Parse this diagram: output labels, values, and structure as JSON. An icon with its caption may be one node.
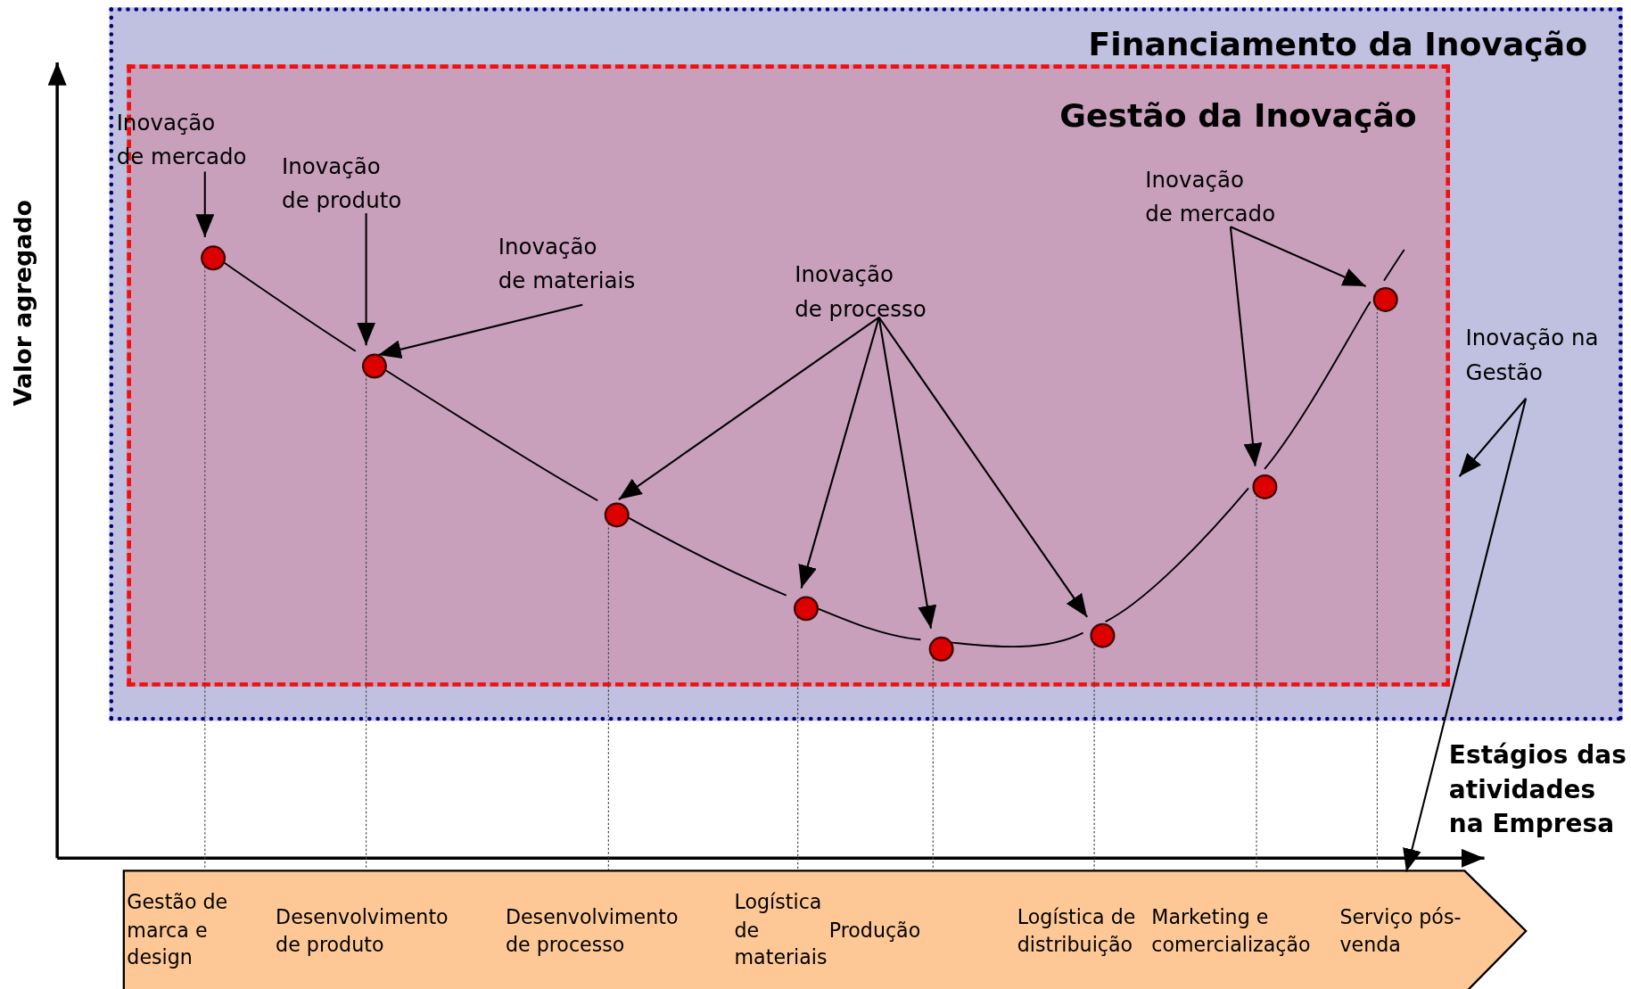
{
  "diagram": {
    "nodes": [
      {
        "text": [
          "Financiamento da Inovação"
        ]
      },
      {
        "text": [
          "Gestão da Inovação"
        ],
        "in": 0
      },
      {
        "text": [
          "Inovação de mercado"
        ],
        "in": 0
      },
      {
        "text": [
          "Inovação de produto"
        ],
        "in": 1
      },
      {
        "text": [
          "Inovação de materiais"
        ],
        "in": 1
      },
      {
        "text": [
          "Inovação de processo"
        ],
        "in": 1
      },
      {
        "text": [
          "Inovação de mercado"
        ],
        "in": 1
      },
      {
        "text": [
          "Inovação na Gestão"
        ],
        "in": 0
      },
      {
        "text": [],
        "shape": "circle",
        "in": 1
      },
      {
        "text": [],
        "shape": "circle",
        "in": 1
      },
      {
        "text": [],
        "shape": "circle",
        "in": 1
      },
      {
        "text": [],
        "shape": "circle",
        "in": 1
      },
      {
        "text": [],
        "shape": "circle",
        "in": 1
      },
      {
        "text": [],
        "shape": "circle",
        "in": 1
      },
      {
        "text": [],
        "shape": "circle",
        "in": 1
      },
      {
        "text": [],
        "shape": "circle",
        "in": 1
      },
      {
        "text": [
          "Gestão de marca e design",
          "Desenvolvimento de produto",
          "Desenvolvimento de processo",
          "Logística de materiais",
          "Produção",
          "Logística de distribuição",
          "Marketing e comercialização",
          "Serviço pós-venda"
        ]
      }
    ],
    "edges": [
      {
        "from": 2,
        "to": 8,
        "arrow": "to"
      },
      {
        "from": 3,
        "to": 9,
        "arrow": "to"
      },
      {
        "from": 4,
        "to": 9,
        "arrow": "to"
      },
      {
        "from": 5,
        "to": 10,
        "arrow": "to"
      },
      {
        "from": 5,
        "to": 11,
        "arrow": "to"
      },
      {
        "from": 5,
        "to": 12,
        "arrow": "to"
      },
      {
        "from": 5,
        "to": 13,
        "arrow": "to"
      },
      {
        "from": 6,
        "to": 14,
        "arrow": "to"
      },
      {
        "from": 6,
        "to": 15,
        "arrow": "to"
      },
      {
        "from": 7,
        "to": 1,
        "arrow": "to"
      },
      {
        "from": 7,
        "to": 16,
        "arrow": "to"
      },
      {
        "from": 8,
        "to": 9,
        "arrow": "none"
      },
      {
        "from": 9,
        "to": 10,
        "arrow": "none"
      },
      {
        "from": 10,
        "to": 11,
        "arrow": "none"
      },
      {
        "from": 11,
        "to": 12,
        "arrow": "none"
      },
      {
        "from": 12,
        "to": 13,
        "arrow": "none"
      },
      {
        "from": 13,
        "to": 14,
        "arrow": "none"
      },
      {
        "from": 14,
        "to": 15,
        "arrow": "none"
      },
      {
        "from": 15,
        "to": null,
        "arrow": "none"
      },
      {
        "from": 8,
        "to": 16,
        "arrow": "none",
        "style": "dashed"
      },
      {
        "from": 9,
        "to": 16,
        "arrow": "none",
        "style": "dashed"
      },
      {
        "from": 10,
        "to": 16,
        "arrow": "none",
        "style": "dashed"
      },
      {
        "from": 11,
        "to": 16,
        "arrow": "none",
        "style": "dashed"
      },
      {
        "from": 12,
        "to": 16,
        "arrow": "none",
        "style": "dashed"
      },
      {
        "from": 13,
        "to": 16,
        "arrow": "none",
        "style": "dashed"
      },
      {
        "from": 14,
        "to": 16,
        "arrow": "none",
        "style": "dashed"
      },
      {
        "from": 15,
        "to": 16,
        "arrow": "none",
        "style": "dashed"
      }
    ],
    "labels": [
      "Valor agregado",
      "Estágios das atividades na Empresa"
    ]
  }
}
